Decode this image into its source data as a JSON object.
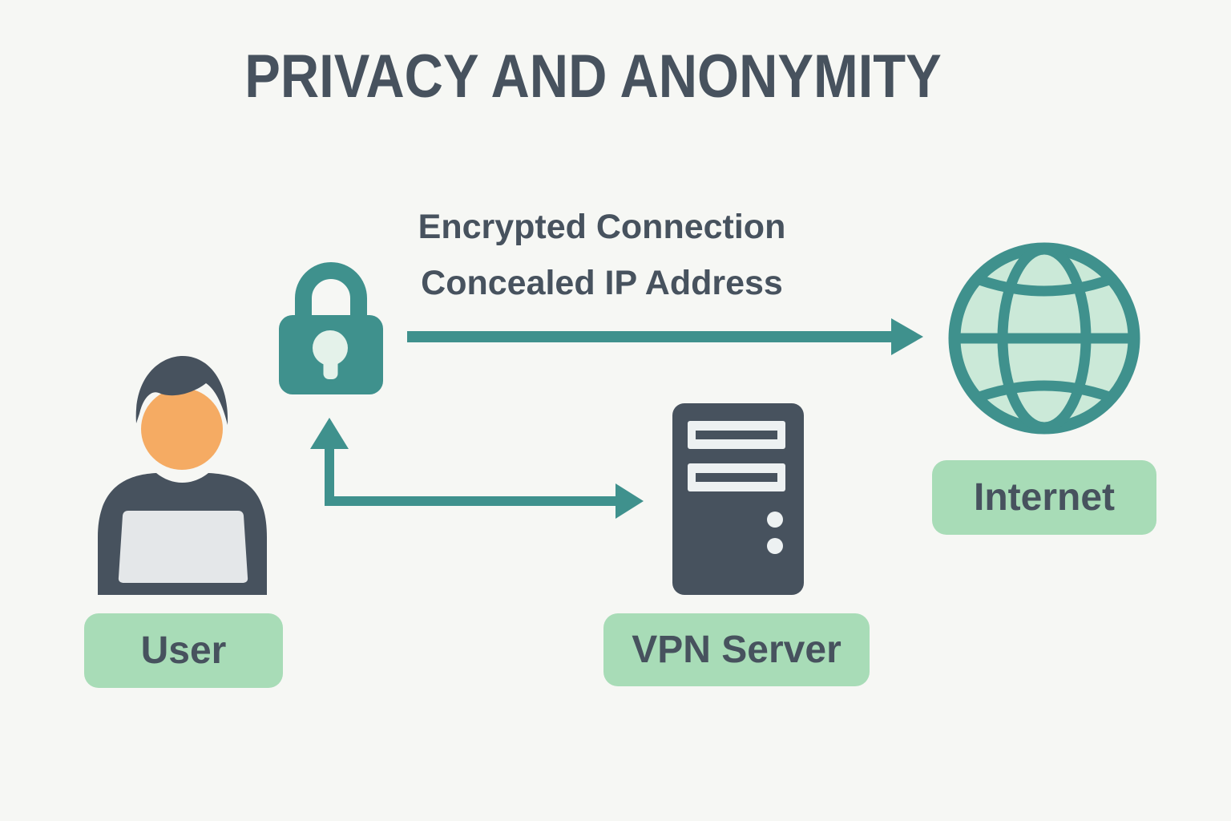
{
  "title": "PRIVACY AND ANONYMITY",
  "connection_note": {
    "line1": "Encrypted Connection",
    "line2": "Concealed IP Address"
  },
  "nodes": {
    "user": {
      "label": "User",
      "icon": "person-at-laptop-icon"
    },
    "vpn_server": {
      "label": "VPN Server",
      "icon": "server-tower-icon"
    },
    "internet": {
      "label": "Internet",
      "icon": "globe-icon"
    }
  },
  "security": {
    "icon": "padlock-icon"
  },
  "arrows": [
    {
      "name": "encrypted-connection-arrow",
      "from": "padlock",
      "to": "internet",
      "heads": [
        "right"
      ]
    },
    {
      "name": "user-vpn-arrow",
      "from": "user",
      "to": "vpn_server",
      "heads": [
        "up",
        "right"
      ]
    }
  ],
  "colors": {
    "bg": "#f6f7f4",
    "slate": "#47525e",
    "teal": "#3f918d",
    "mint": "#cbe9d8",
    "keyhole": "#e4f2ea",
    "pill": "#a8dcb7",
    "orange": "#f5ab63",
    "laptop": "#e4e7e9",
    "slot": "#edf1f2"
  }
}
